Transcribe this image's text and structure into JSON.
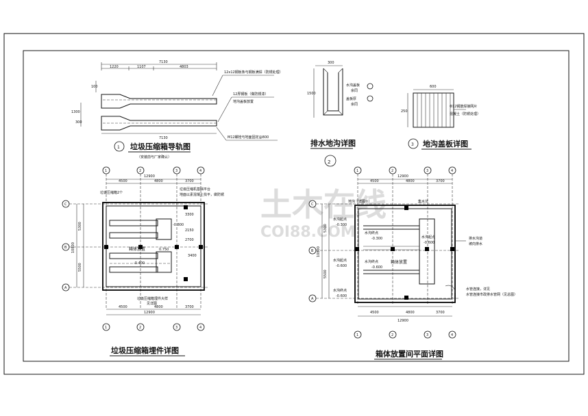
{
  "titles": {
    "guide": "垃圾压缩箱导轨图",
    "guide_sub": "（安装前与厂家确认）",
    "drain": "排水地沟详图",
    "cover": "地沟盖板详图",
    "embed": "垃圾压缩箱埋件详图",
    "plan": "箱体放置间平面详图"
  },
  "numbers": {
    "n1": "1",
    "n2": "2",
    "n3": "3"
  },
  "guide": {
    "dim_total": "7130",
    "dim_a": "1220",
    "dim_b": "1107",
    "dim_c": "4803",
    "dim_bottom": "7130",
    "dim_left_a": "300",
    "dim_left_b": "1300",
    "note1": "12x12钢板条与钢板满焊（防锈处理）",
    "note2": "12厚钢板（做防锈漆）",
    "note2b": "地沟盖板放置",
    "note3": "M12螺栓与地面固定@800"
  },
  "drain": {
    "dim_top": "300",
    "dim_h": "1500",
    "note1": "水沟盖板",
    "note2": "余同",
    "note3": "盖板厚",
    "note4": "余同"
  },
  "cover": {
    "dim_w": "600",
    "dim_h": "250",
    "note1": "Φ12钢筋焊接网片",
    "note2": "混凝土（防锈处理）"
  },
  "embed": {
    "axes_top": [
      "1",
      "2",
      "3",
      "4"
    ],
    "axes_left": [
      "C",
      "B",
      "A"
    ],
    "dim_top_total": "12900",
    "dim_top_a": "4500",
    "dim_top_b": "4800",
    "dim_top_c": "3700",
    "dim_bottom_total": "12900",
    "dim_bottom_a": "4500",
    "dim_bottom_b": "4800",
    "dim_bottom_c": "3700",
    "dim_left_total": "10800",
    "dim_left_a": "5300",
    "dim_left_b": "5500",
    "label_box": "箱体放置",
    "label_level": "-0.400",
    "label_top1": "垃圾压缩箱2个",
    "label_top2": "垃圾压缩机基础平台",
    "label_top3": "地面以素混凝土找平，做防锈",
    "label_bottom": "垃圾压缩箱埋件大样",
    "label_bottom2": "见详图",
    "dims_inner": [
      "3300",
      "2150",
      "2700",
      "3400",
      "-0.800",
      "0.750"
    ]
  },
  "plan": {
    "axes_top": [
      "1",
      "2",
      "3",
      "4"
    ],
    "axes_left": [
      "C",
      "B",
      "A"
    ],
    "dim_top_total": "12900",
    "dim_top_a": "4500",
    "dim_top_b": "4800",
    "dim_top_c": "3700",
    "dim_bottom_total": "12900",
    "dim_bottom_a": "4500",
    "dim_bottom_b": "4800",
    "dim_bottom_c": "3700",
    "dim_left_total": "10800",
    "dim_left_a": "5300",
    "dim_left_b": "5500",
    "labels": [
      "水沟起点",
      "-0.300",
      "水沟起点",
      "-0.600",
      "水沟终点",
      "-0.300",
      "水沟终点",
      "-0.600",
      "水沟起点",
      "-0.600",
      "箱体放置",
      "水沟终点",
      "-0.600"
    ],
    "note_top": "地沟（详图②）",
    "note_top2": "集水坑",
    "note_right1": "排水沟道",
    "note_right2": "坡向排水",
    "note_right3": "水管连接市政排水管网（见总图）",
    "note_right4": "水管连接，详见"
  },
  "watermark": {
    "cn": "土木在线",
    "en": "COI88.COM"
  }
}
